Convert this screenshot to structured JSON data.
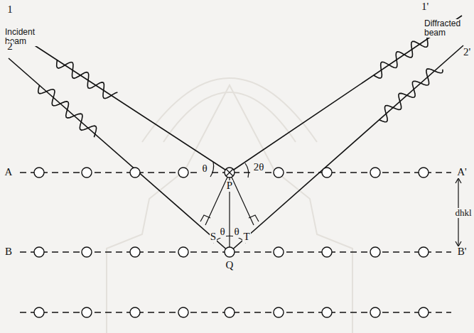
{
  "diagram": {
    "labels": [
      "1",
      "Incident beam",
      "2",
      "1'",
      "Diffracted beam",
      "2'",
      "θ",
      "P",
      "2θ",
      "θ",
      "θ",
      "S",
      "T",
      "Q",
      "A",
      "A'",
      "B",
      "B'",
      "dhkl"
    ]
  }
}
